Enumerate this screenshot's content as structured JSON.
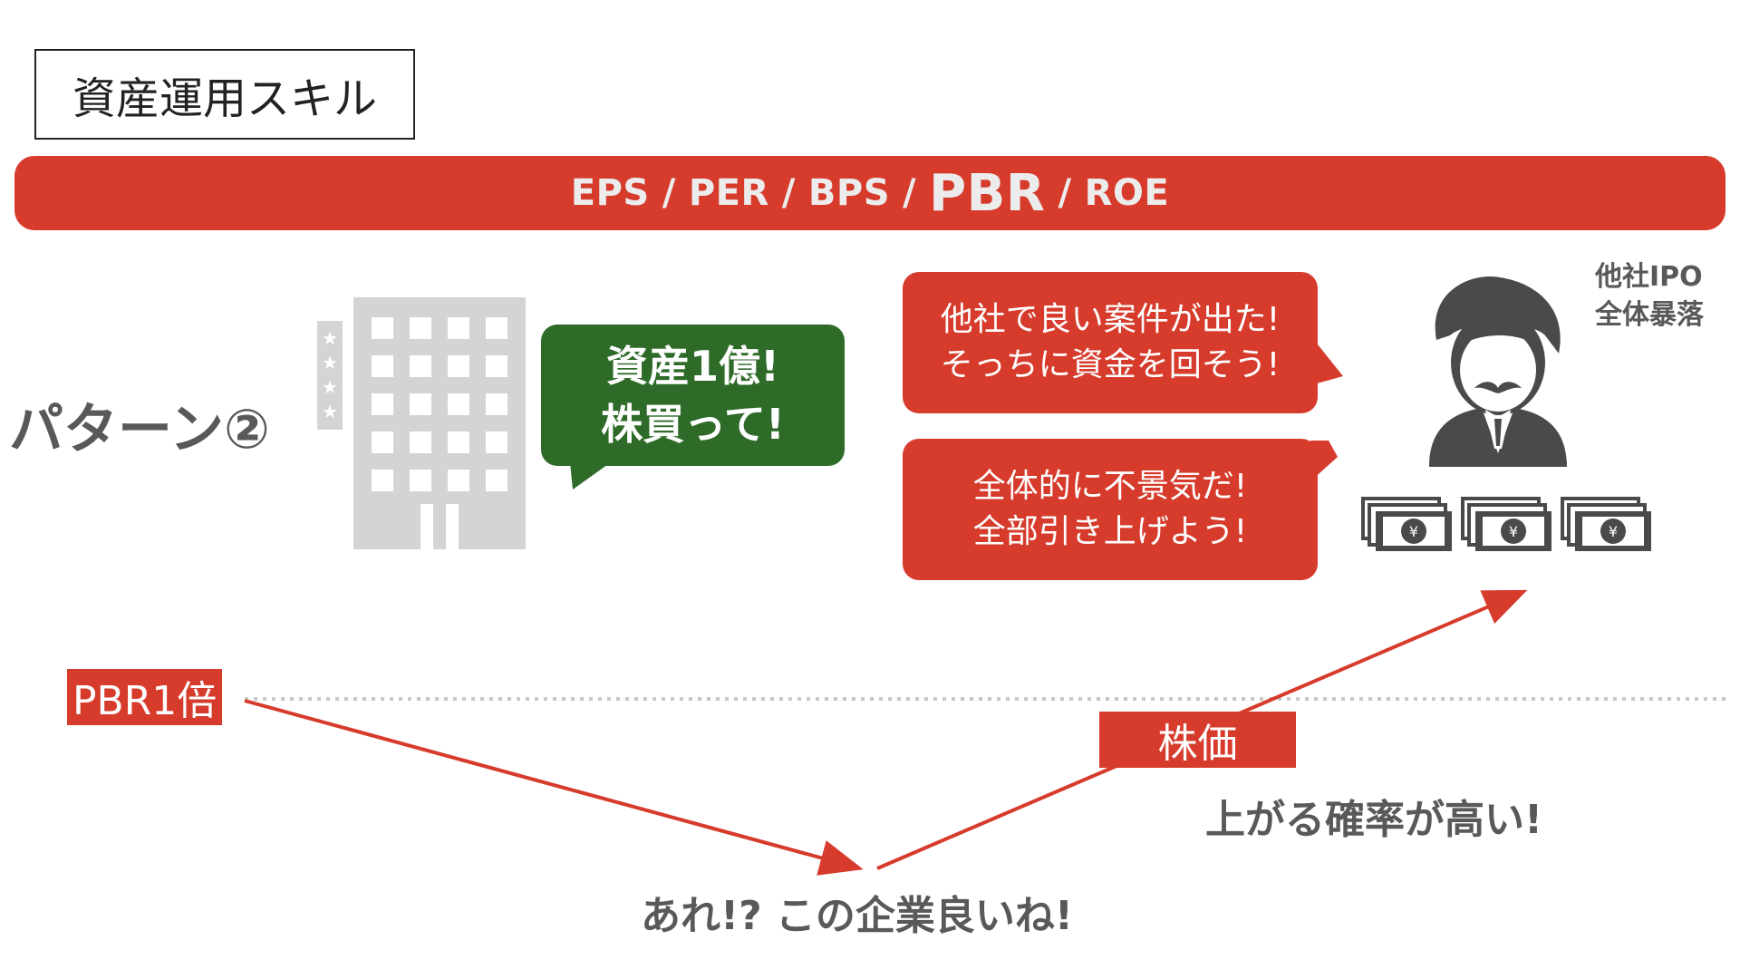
{
  "title": "資産運用スキル",
  "banner": {
    "items": [
      "EPS",
      "PER",
      "BPS",
      "PBR",
      "ROE"
    ],
    "separator": "/"
  },
  "pattern_label": "パターン②",
  "green_bubble": [
    "資産1億!",
    "株買って!"
  ],
  "red_bubble_1": [
    "他社で良い案件が出た!",
    "そっちに資金を回そう!"
  ],
  "red_bubble_2": [
    "全体的に不景気だ!",
    "全部引き上げよう!"
  ],
  "ipo_note": [
    "他社IPO",
    "全体暴落"
  ],
  "pbr_label": "PBR1倍",
  "stock_label": "株価",
  "rise_text": "上がる確率が高い!",
  "discover_text": "あれ!? この企業良いね!",
  "icons": [
    "building-icon",
    "investor-icon",
    "banknote-icon"
  ],
  "colors": {
    "accent": "#d63b2c",
    "green": "#2e6b28",
    "gray": "#595959"
  }
}
